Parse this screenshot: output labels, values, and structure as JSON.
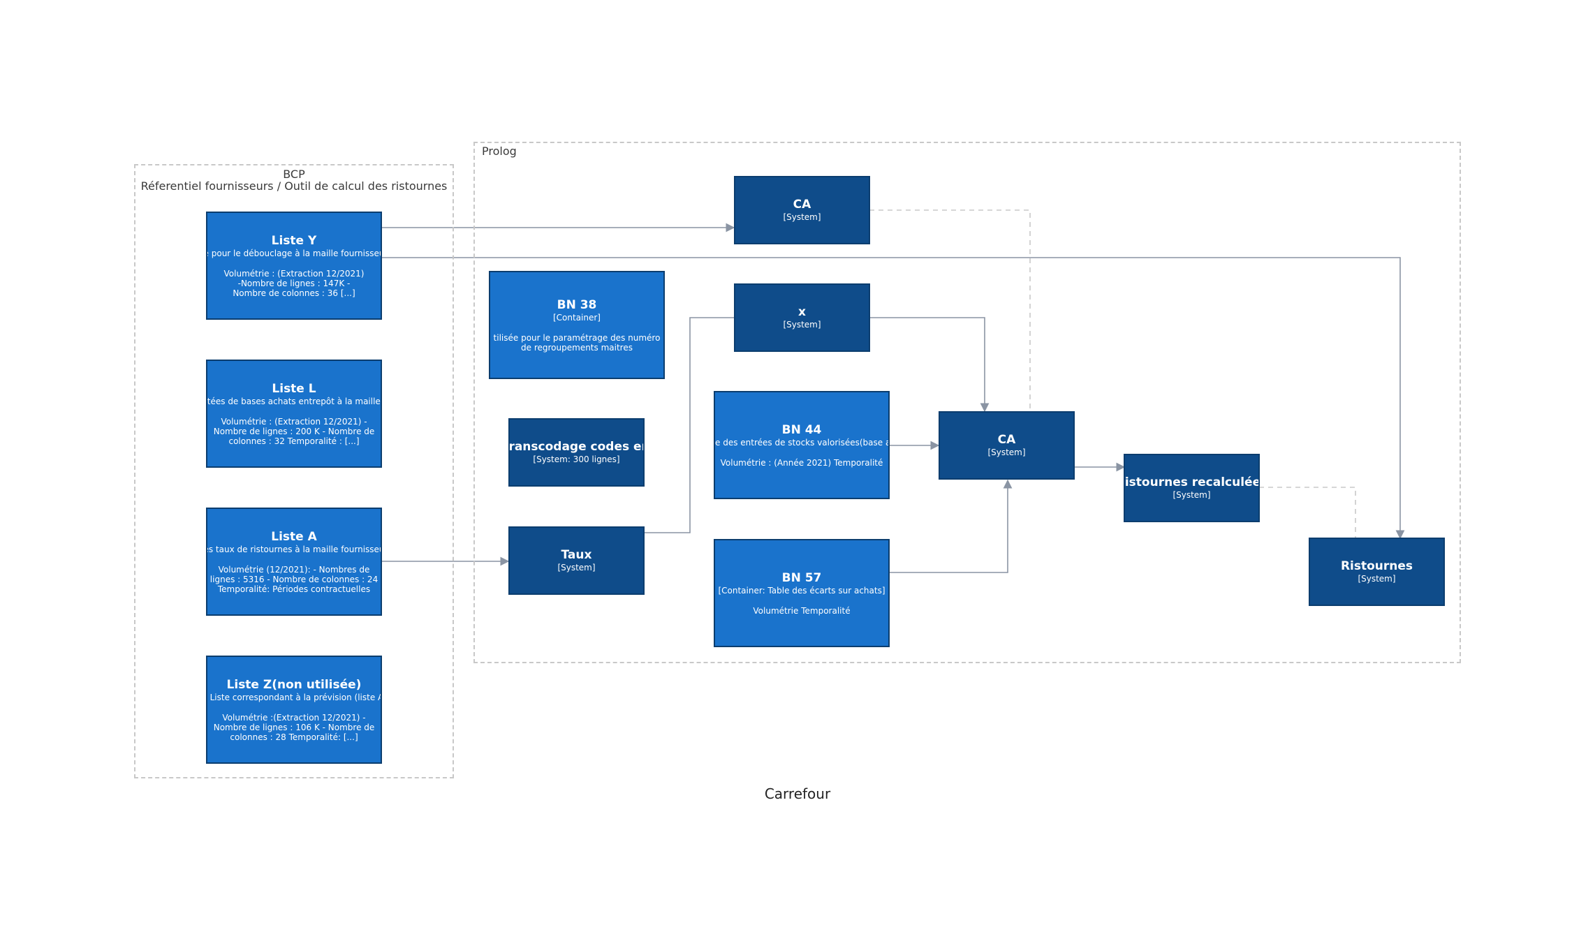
{
  "footer": "Carrefour",
  "boundaries": {
    "bcp": {
      "line1": "BCP",
      "line2": "Réferentiel fournisseurs / Outil de calcul des ristournes"
    },
    "prolog": {
      "label": "Prolog"
    }
  },
  "nodes": {
    "liste_y": {
      "title": "Liste Y",
      "type": "e pour le débouclage à la maille fournisseu",
      "desc": [
        "Volumétrie : (Extraction 12/2021)",
        "-Nombre de lignes : 147K          -",
        "Nombre de colonnes : 36 [...]"
      ]
    },
    "liste_l": {
      "title": "Liste L",
      "type": "ntées de bases achats entrepôt à la maille f",
      "desc": [
        "Volumétrie : (Extraction 12/2021) -",
        "Nombre de lignes : 200 K - Nombre de",
        "colonnes : 32 Temporalité : [...]"
      ]
    },
    "liste_a": {
      "title": "Liste A",
      "type": "es taux de ristournes à la maille fournisseu",
      "desc": [
        "Volumétrie (12/2021): - Nombres de",
        "lignes : 5316 - Nombre de colonnes : 24",
        "Temporalité: Périodes contractuelles"
      ]
    },
    "liste_z": {
      "title": "Liste Z(non utilisée)",
      "type": ": Liste correspondant à la prévision (liste A",
      "desc": [
        "Volumétrie :(Extraction 12/2021) -",
        "Nombre de lignes : 106 K - Nombre de",
        "colonnes : 28 Temporalité: [...]"
      ]
    },
    "ca_top": {
      "title": "CA",
      "type": "[System]"
    },
    "bn38": {
      "title": "BN 38",
      "type": "[Container]",
      "desc": [
        "tilisée pour le paramétrage des numéro",
        "de regroupements maitres"
      ]
    },
    "x": {
      "title": "x",
      "type": "[System]"
    },
    "transcodage": {
      "title": "transcodage codes en",
      "type": "[System: 300 lignes]"
    },
    "bn44": {
      "title": "BN 44",
      "type": "le des entrées de stocks valorisées(base a",
      "desc": [
        "Volumétrie : (Année 2021)    Temporalité"
      ]
    },
    "ca_mid": {
      "title": "CA",
      "type": "[System]"
    },
    "taux": {
      "title": "Taux",
      "type": "[System]"
    },
    "bn57": {
      "title": "BN 57",
      "type": "[Container: Table des écarts sur achats]",
      "desc": [
        "Volumétrie Temporalité"
      ]
    },
    "ristournes_recalc": {
      "title": "Ristournes recalculées",
      "type": "[System]"
    },
    "ristournes": {
      "title": "Ristournes",
      "type": "[System]"
    }
  },
  "colors": {
    "container": "#1a73cc",
    "system": "#0f4c8a",
    "edge": "#8a94a3",
    "dashed_edge": "#c8c8c8"
  }
}
